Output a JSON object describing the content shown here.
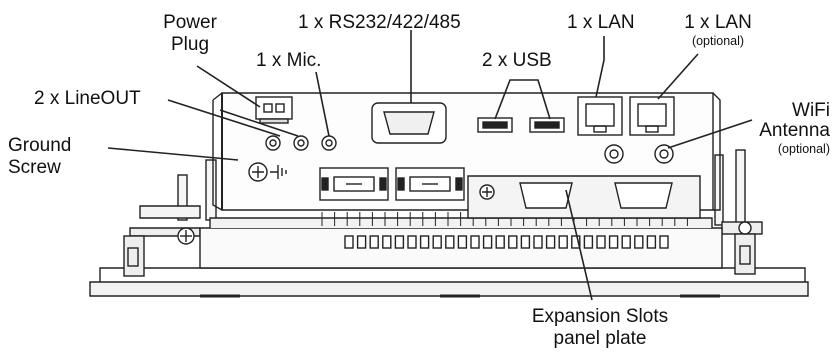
{
  "diagram": {
    "labels": {
      "power_plug": [
        "Power",
        "Plug"
      ],
      "rs232": "1 x RS232/422/485",
      "lan1": "1 x LAN",
      "lan2": "1 x LAN",
      "lan2_note": "(optional)",
      "mic": "1 x Mic.",
      "usb": "2 x USB",
      "lineout": "2 x LineOUT",
      "ground": [
        "Ground",
        "Screw"
      ],
      "wifi": [
        "WiFi",
        "Antenna"
      ],
      "wifi_note": "(optional)",
      "expansion": [
        "Expansion Slots",
        "panel plate"
      ]
    }
  }
}
